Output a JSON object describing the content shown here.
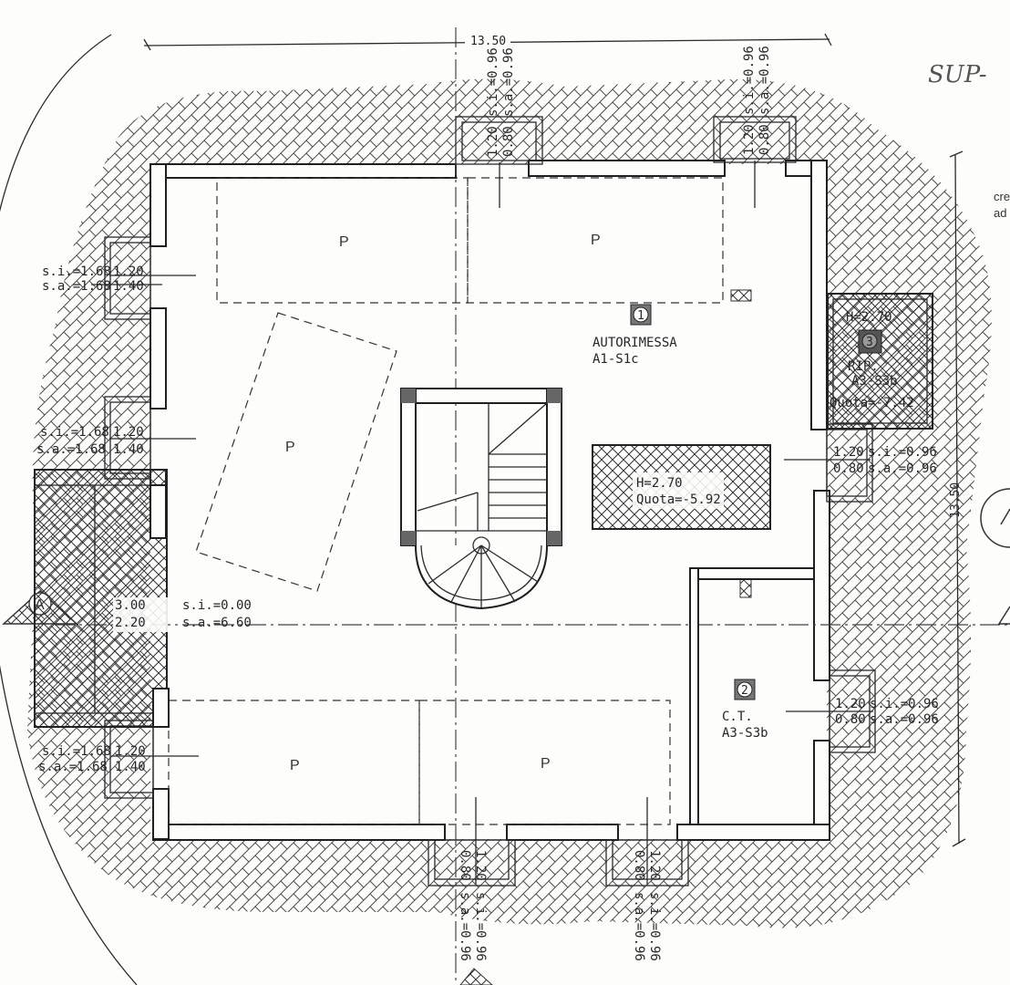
{
  "overall_dimension": "13.50",
  "side_dimension": "13.50",
  "handwritten_note": "SUP-",
  "margin_note": {
    "line1": "cre",
    "line2": "ad"
  },
  "section_marker": "A",
  "rooms": [
    {
      "number": "1",
      "name": "AUTORIMESSA",
      "code": "A1-S1c"
    },
    {
      "number": "2",
      "name": "C.T.",
      "code": "A3-S3b"
    },
    {
      "number": "3",
      "name": "RIP.",
      "code": "A3-S3b",
      "height": "H=2.70",
      "level": "Quota=-7.42"
    }
  ],
  "cellar": {
    "height": "H=2.70",
    "level": "Quota=-5.92"
  },
  "parking_label": "P",
  "windows": {
    "top_left": {
      "h": "1.20",
      "w": "0.80",
      "si": "s.i.=0.96",
      "sa": "s.a.=0.96"
    },
    "top_right": {
      "h": "1.20",
      "w": "0.80",
      "si": "s.i.=0.96",
      "sa": "s.a.=0.96"
    },
    "right_mid": {
      "h": "1.20",
      "w": "0.80",
      "si": "s.i.=0.96",
      "sa": "s.a.=0.96"
    },
    "right_low": {
      "h": "1.20",
      "w": "0.80",
      "si": "s.i.=0.96",
      "sa": "s.a.=0.96"
    },
    "left_1": {
      "si": "s.i.=1.68",
      "sa": "s.a.=1.68",
      "h": "1.20",
      "w": "1.40"
    },
    "left_2": {
      "si": "s.i.=1.68",
      "sa": "s.a.=1.68",
      "h": "1.20",
      "w": "1.40"
    },
    "left_3": {
      "si": "s.i.=1.68",
      "sa": "s.a.=1.68",
      "h": "1.20",
      "w": "1.40"
    },
    "bottom_left": {
      "h": "1.20",
      "w": "0.80",
      "si": "s.i.=0.96",
      "sa": "s.a.=0.96"
    },
    "bottom_right": {
      "h": "1.20",
      "w": "0.80",
      "si": "s.i.=0.96",
      "sa": "s.a.=0.96"
    }
  },
  "ramp": {
    "w": "3.00",
    "h": "2.20",
    "si": "s.i.=0.00",
    "sa": "s.a.=6.60"
  }
}
